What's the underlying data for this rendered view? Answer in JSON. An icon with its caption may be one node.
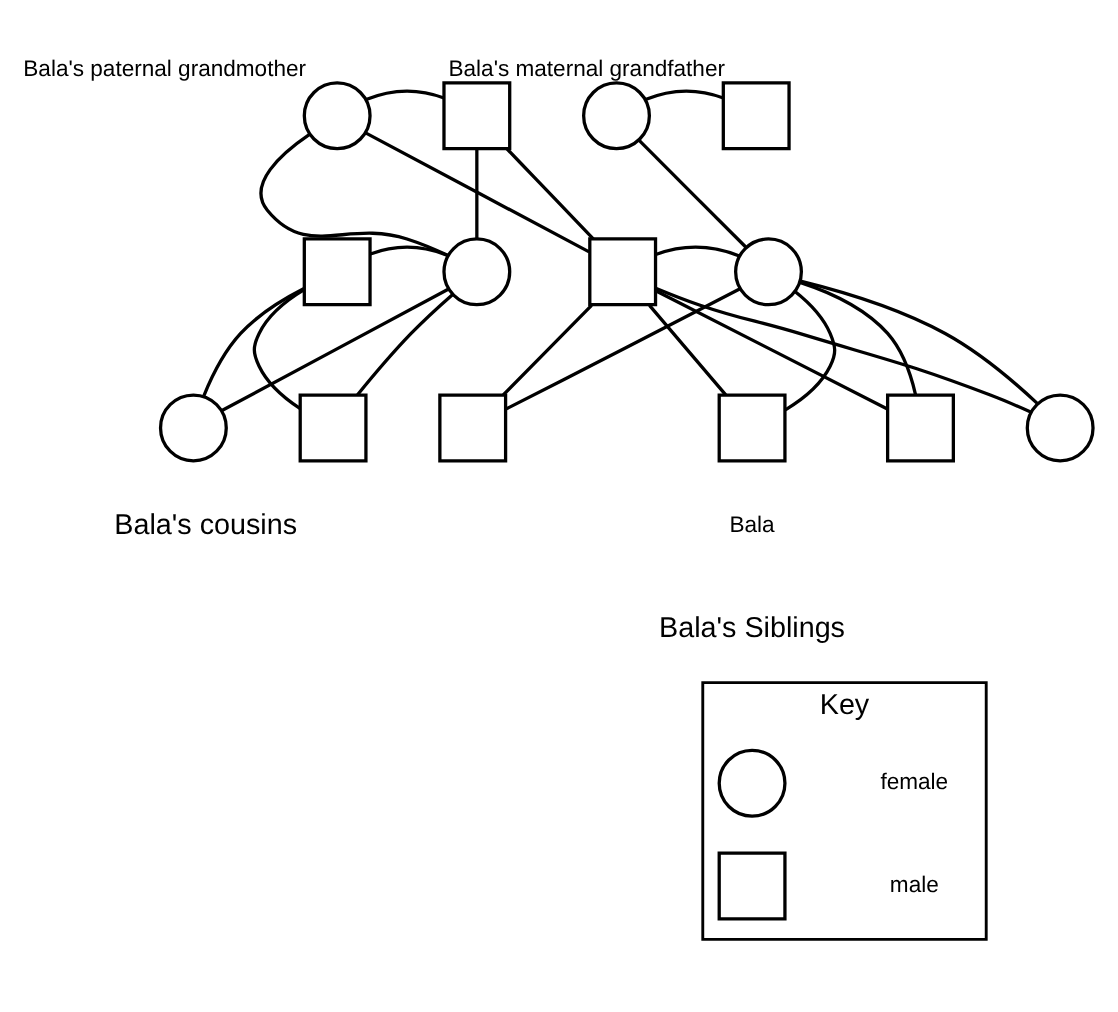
{
  "diagram": {
    "nodes": [
      {
        "text": [],
        "shape": "circle",
        "beside": [
          "Bala's paternal grandmother"
        ]
      },
      {
        "text": [],
        "shape": "box"
      },
      {
        "text": [],
        "shape": "circle"
      },
      {
        "text": [],
        "shape": "box",
        "beside": [
          "Bala's maternal grandfather"
        ]
      },
      {
        "text": [],
        "shape": "box"
      },
      {
        "text": [],
        "shape": "circle"
      },
      {
        "text": [],
        "shape": "box"
      },
      {
        "text": [],
        "shape": "circle"
      },
      {
        "text": [],
        "shape": "circle"
      },
      {
        "text": [],
        "shape": "box"
      },
      {
        "text": [],
        "shape": "box"
      },
      {
        "text": [],
        "shape": "box",
        "beside": [
          "Bala"
        ]
      },
      {
        "text": [],
        "shape": "box"
      },
      {
        "text": [],
        "shape": "circle"
      },
      {
        "text": [
          "Key"
        ]
      },
      {
        "text": [],
        "shape": "circle",
        "in": 14
      },
      {
        "text": [],
        "shape": "box",
        "in": 14
      }
    ],
    "edges": [
      {
        "from": 0,
        "to": 1,
        "arrow": "none"
      },
      {
        "from": 2,
        "to": 3,
        "arrow": "none"
      },
      {
        "from": 4,
        "to": 5,
        "arrow": "none"
      },
      {
        "from": 6,
        "to": 7,
        "arrow": "none"
      },
      {
        "from": 0,
        "to": 5,
        "arrow": "none"
      },
      {
        "from": 0,
        "to": 6,
        "arrow": "none"
      },
      {
        "from": 1,
        "to": 5,
        "arrow": "none"
      },
      {
        "from": 1,
        "to": 6,
        "arrow": "none"
      },
      {
        "from": 2,
        "to": 7,
        "arrow": "none"
      },
      {
        "from": 4,
        "to": 8,
        "arrow": "none"
      },
      {
        "from": 4,
        "to": 9,
        "arrow": "none"
      },
      {
        "from": 5,
        "to": 8,
        "arrow": "none"
      },
      {
        "from": 5,
        "to": 9,
        "arrow": "none"
      },
      {
        "from": 6,
        "to": 10,
        "arrow": "none"
      },
      {
        "from": 6,
        "to": 11,
        "arrow": "none"
      },
      {
        "from": 6,
        "to": 12,
        "arrow": "none"
      },
      {
        "from": 6,
        "to": 13,
        "arrow": "none"
      },
      {
        "from": 7,
        "to": 10,
        "arrow": "none"
      },
      {
        "from": 7,
        "to": 11,
        "arrow": "none"
      },
      {
        "from": 7,
        "to": 12,
        "arrow": "none"
      },
      {
        "from": 7,
        "to": 13,
        "arrow": "none"
      }
    ],
    "labels": [
      "Bala's cousins",
      "Bala's Siblings"
    ],
    "legend": [
      {
        "text": "female"
      },
      {
        "text": "male"
      }
    ]
  }
}
